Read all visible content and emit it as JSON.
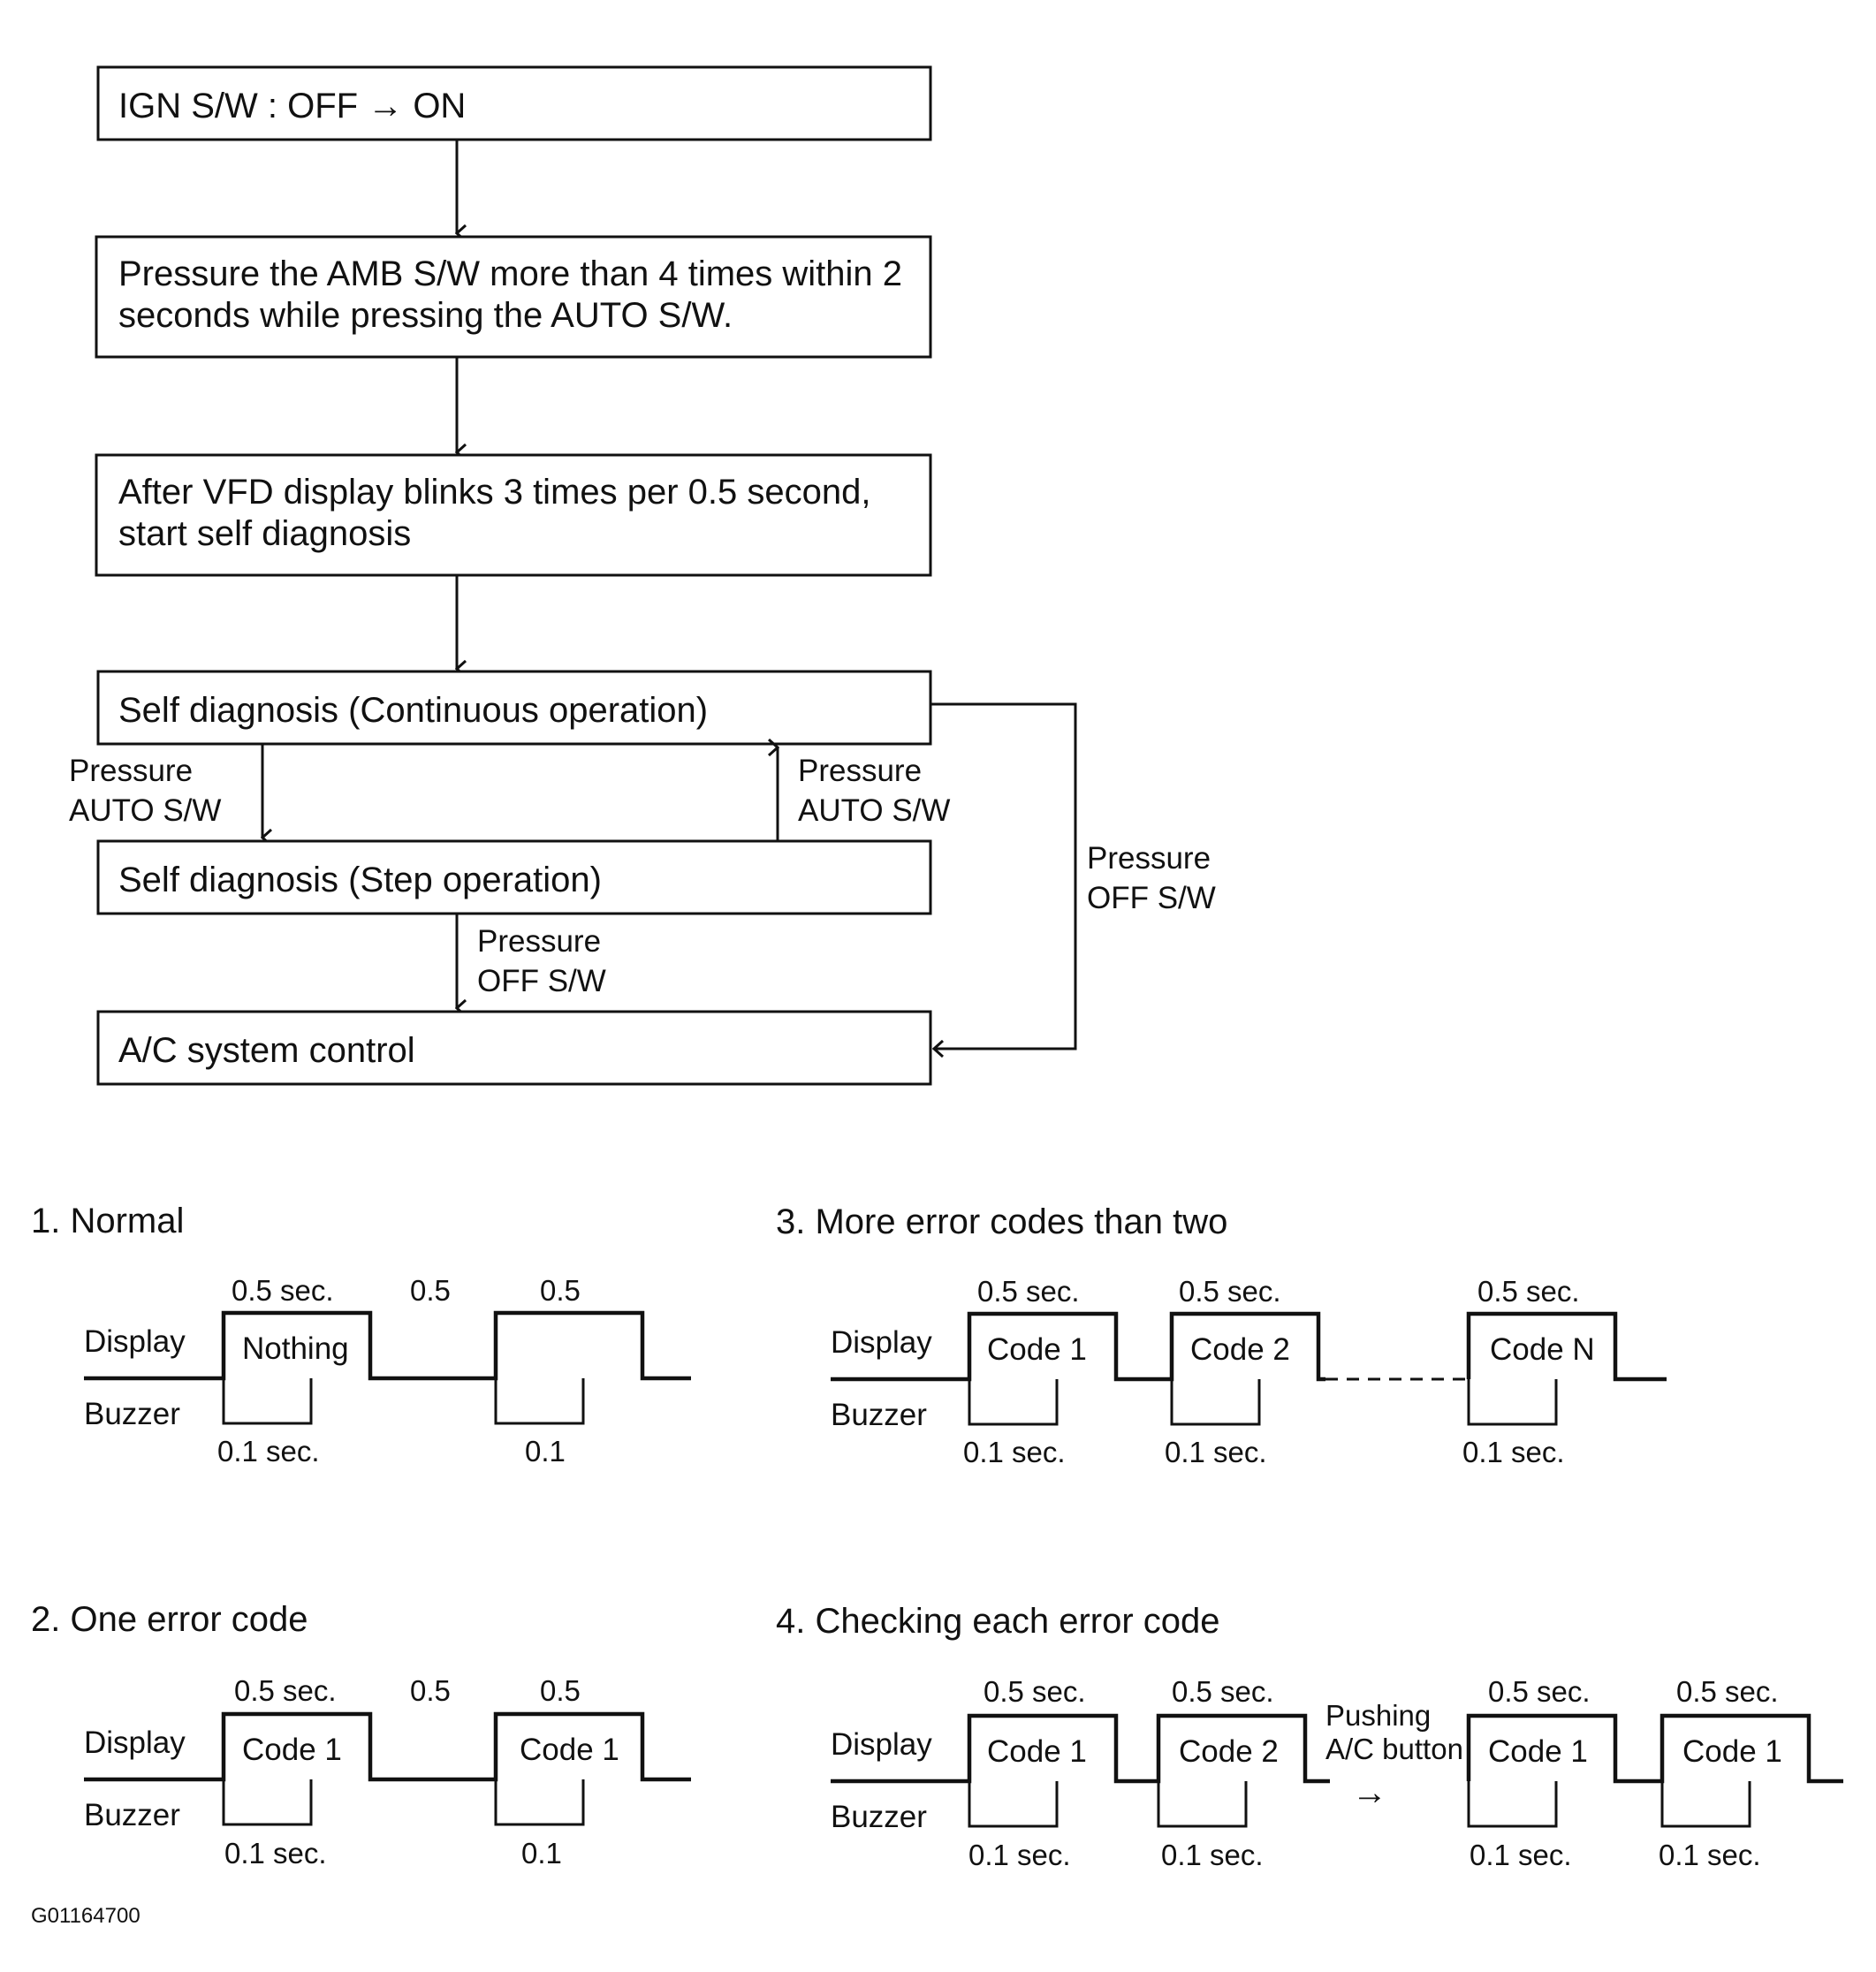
{
  "flow": {
    "step1": "IGN S/W : OFF → ON",
    "step2_line1": "Pressure the AMB S/W more than 4 times within 2",
    "step2_line2": "seconds while pressing the AUTO S/W.",
    "step3_line1": "After VFD display blinks 3 times per 0.5 second,",
    "step3_line2": "start self diagnosis",
    "step4": "Self diagnosis (Continuous operation)",
    "step5": "Self diagnosis (Step operation)",
    "step6": "A/C system control",
    "edge_down_l1": "Pressure",
    "edge_down_l2": "AUTO S/W",
    "edge_up_l1": "Pressure",
    "edge_up_l2": "AUTO S/W",
    "edge_off_right_l1": "Pressure",
    "edge_off_right_l2": "OFF S/W",
    "edge_off_center_l1": "Pressure",
    "edge_off_center_l2": "OFF S/W"
  },
  "timing": {
    "display_label": "Display",
    "buzzer_label": "Buzzer",
    "normal": {
      "title": "1.  Normal",
      "dur1": "0.5 sec.",
      "gap": "0.5",
      "dur2": "0.5",
      "box1": "Nothing",
      "box2": "",
      "buz1": "0.1 sec.",
      "buz2": "0.1"
    },
    "one_error": {
      "title": "2.  One error code",
      "dur1": "0.5 sec.",
      "gap": "0.5",
      "dur2": "0.5",
      "box1": "Code 1",
      "box2": "Code 1",
      "buz1": "0.1 sec.",
      "buz2": "0.1"
    },
    "more_errors": {
      "title": "3.  More error codes than two",
      "dur1": "0.5 sec.",
      "dur2": "0.5 sec.",
      "dur3": "0.5 sec.",
      "box1": "Code 1",
      "box2": "Code 2",
      "box3": "Code N",
      "buz1": "0.1 sec.",
      "buz2": "0.1 sec.",
      "buz3": "0.1 sec."
    },
    "checking": {
      "title": "4.  Checking each error code",
      "dur1": "0.5 sec.",
      "dur2": "0.5 sec.",
      "dur3": "0.5 sec.",
      "dur4": "0.5 sec.",
      "box1": "Code 1",
      "box2": "Code 2",
      "box3": "Code 1",
      "box4": "Code 1",
      "buz1": "0.1 sec.",
      "buz2": "0.1 sec.",
      "buz3": "0.1 sec.",
      "buz4": "0.1 sec.",
      "push_l1": "Pushing",
      "push_l2": "A/C button",
      "push_arrow": "→"
    }
  },
  "figure_id": "G01164700"
}
